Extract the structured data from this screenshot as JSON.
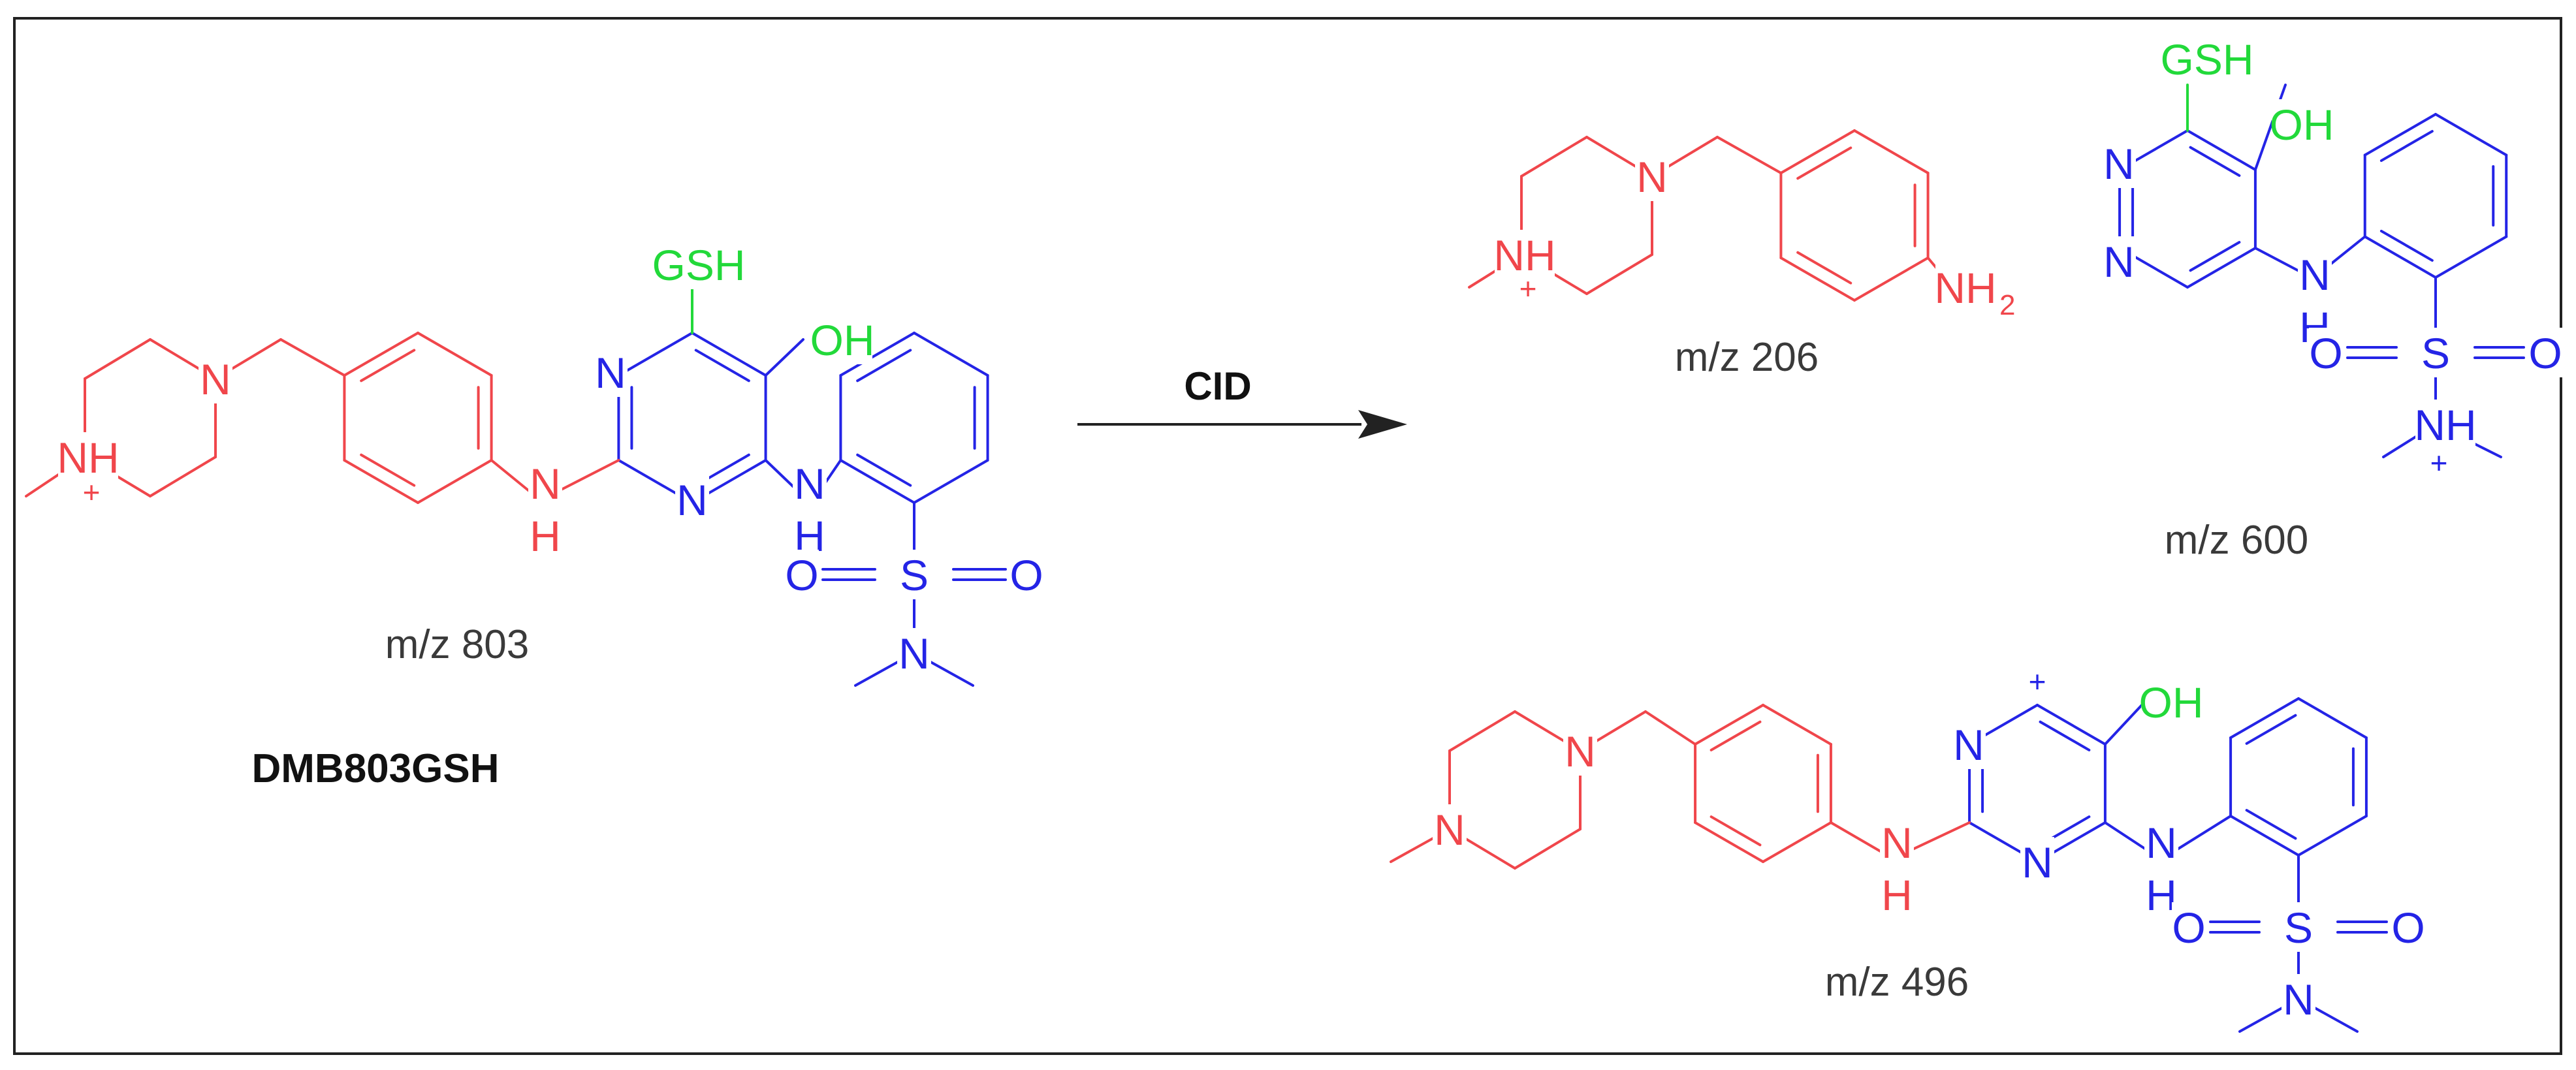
{
  "colors": {
    "red_fragment": "#f0464b",
    "blue_fragment": "#2424e6",
    "green_fragment": "#22d93a",
    "text": "#3a3a3a",
    "frame": "#222222"
  },
  "arrow": {
    "label": "CID"
  },
  "atoms": {
    "N": "N",
    "NH": "NH",
    "H": "H",
    "NH2_main": "NH",
    "NH2_sub": "2",
    "S": "S",
    "O": "O",
    "OH": "OH",
    "GSH": "GSH",
    "plus": "+"
  },
  "structures": [
    {
      "id": "parent",
      "name": "DMB803GSH",
      "mz_label": "m/z 803"
    },
    {
      "id": "frag206",
      "mz_label": "m/z 206"
    },
    {
      "id": "frag600",
      "mz_label": "m/z 600"
    },
    {
      "id": "frag496",
      "mz_label": "m/z 496"
    }
  ]
}
